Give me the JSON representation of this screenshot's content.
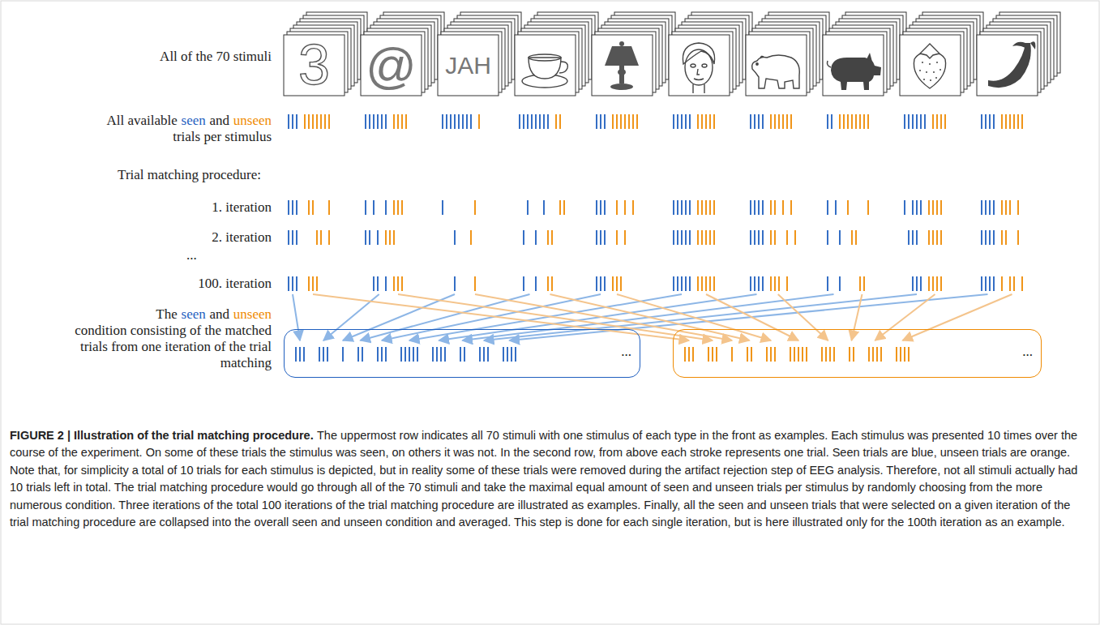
{
  "diagram": {
    "title": "FIGURE 2 | Illustration of the trial matching procedure.",
    "caption": "The uppermost row indicates all 70 stimuli with one stimulus of each type in the front as examples. Each stimulus was presented 10 times over the course of the experiment. On some of these trials the stimulus was seen, on others it was not. In the second row, from above each stroke represents one trial. Seen trials are blue, unseen trials are orange. Note that, for simplicity a total of 10 trials for each stimulus is depicted, but in reality some of these trials were removed during the artifact rejection step of EEG analysis. Therefore, not all stimuli actually had 10 trials left in total. The trial matching procedure would go through all of the 70 stimuli and take the maximal equal amount of seen and unseen trials per stimulus by randomly choosing from the more numerous condition. Three iterations of the total 100 iterations of the trial matching procedure are illustrated as examples. Finally, all the seen and unseen trials that were selected on a given iteration of the trial matching procedure are collapsed into the overall seen and unseen condition and averaged. This step is done for each single iteration, but is here illustrated only for the 100th iteration as an example.",
    "nodes": [
      {
        "text": [
          "..."
        ]
      },
      {
        "text": [
          "..."
        ]
      }
    ],
    "labels": [
      "All of the 70 stimuli",
      "All available",
      "seen",
      "and",
      "unseen",
      "trials per stimulus",
      "Trial matching procedure:",
      "1. iteration",
      "2. iteration",
      "...",
      "100. iteration",
      "The",
      "seen",
      "and",
      "unseen",
      "condition consisting of the matched trials from one iteration of the trial matching",
      "3",
      "@",
      "JAH"
    ]
  }
}
